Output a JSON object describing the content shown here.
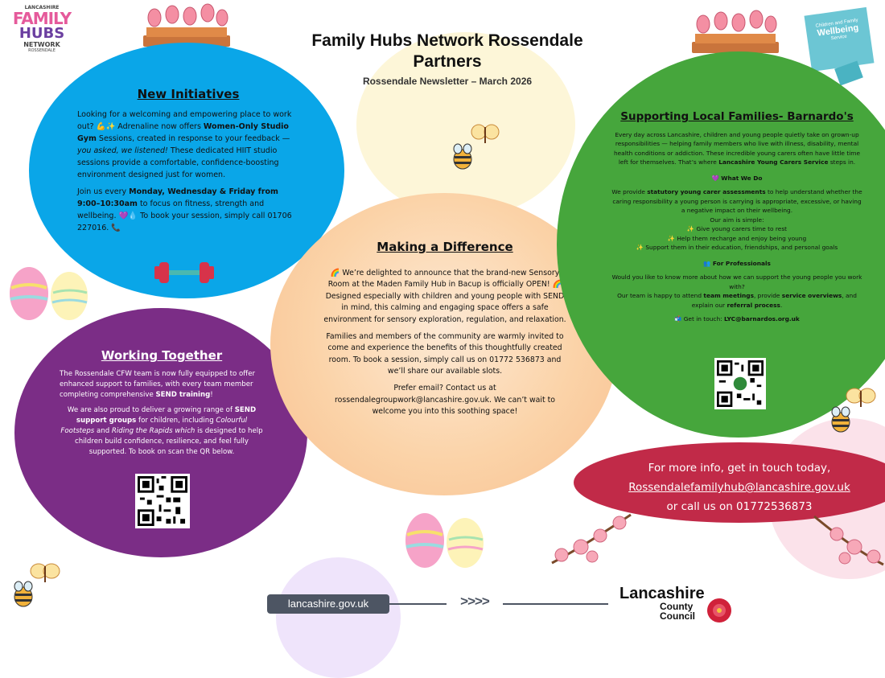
{
  "header": {
    "title_line1": "Family Hubs Network Rossendale",
    "title_line2": "Partners",
    "subtitle": "Rossendale Newsletter – March 2026"
  },
  "logo": {
    "line1": "LANCASHIRE",
    "line2": "FAMILY",
    "line3": "HUBS",
    "line4": "NETWORK",
    "line5": "ROSSENDALE"
  },
  "wellbeing_badge": {
    "line1": "Children and Family",
    "line2": "Wellbeing",
    "line3": "Service"
  },
  "new_initiatives": {
    "heading": "New Initiatives",
    "p1_a": "Looking for a welcoming and empowering place to work out? 💪✨ Adrenaline now offers ",
    "p1_bold": "Women-Only Studio Gym",
    "p1_b": " Sessions, created in response to your feedback — ",
    "p1_italic": "you asked, we listened!",
    "p1_c": " These dedicated HIIT studio sessions provide a comfortable, confidence-boosting environment designed just for women.",
    "p2_a": "Join us every ",
    "p2_bold": "Monday, Wednesday & Friday from 9:00–10:30am",
    "p2_b": " to focus on fitness, strength and wellbeing. 💜💧 To book your session, simply call 01706 227016. 📞"
  },
  "working_together": {
    "heading": "Working Together",
    "p1_a": "The Rossendale CFW team is now fully equipped to offer enhanced support to families, with every team member completing comprehensive ",
    "p1_bold": "SEND training",
    "p1_b": "!",
    "p2_a": "We are also proud to deliver a growing range of ",
    "p2_bold": "SEND support groups",
    "p2_b": " for children, including ",
    "p2_i1": "Colourful Footsteps",
    "p2_c": " and ",
    "p2_i2": "Riding the Rapids which",
    "p2_d": " is designed to help children build confidence, resilience, and feel fully supported. To book on scan the QR below."
  },
  "making_difference": {
    "heading": "Making a Difference",
    "p1": "🌈 We’re delighted to announce that the brand-new Sensory Room at the Maden Family Hub in Bacup is officially OPEN! 🌈 Designed especially with children and young people with SEND in mind, this calming and engaging space offers a safe environment for sensory exploration, regulation, and relaxation.",
    "p2": "Families and members of the community are warmly invited to come and experience the benefits of this thoughtfully created room. To book a session, simply call us on 01772 536873 and we’ll share our available slots.",
    "p3": "Prefer email? Contact us at rossendalegroupwork@lancashire.gov.uk. We can’t wait to welcome you into this soothing space!"
  },
  "barnardos": {
    "heading": "Supporting Local Families- Barnardo's",
    "intro_a": "Every day across Lancashire, children and young people quietly take on grown-up responsibilities — helping family members who live with illness, disability, mental health conditions or addiction. These incredible young carers often have little time left for themselves. That’s where ",
    "intro_bold": "Lancashire Young Carers Service",
    "intro_b": " steps in.",
    "what_we_do": "💜 What We Do",
    "wwd_a": "We provide ",
    "wwd_bold": "statutory young carer assessments",
    "wwd_b": " to help understand whether the caring responsibility a young person is carrying is appropriate, excessive, or having a negative impact on their wellbeing.",
    "aim": "Our aim is simple:",
    "aim1": "✨ Give young carers time to rest",
    "aim2": "✨ Help them recharge and enjoy being young",
    "aim3": "✨ Support them in their education, friendships, and personal goals",
    "for_prof": "👥 For Professionals",
    "prof1": "Would you like to know more about how we can support the young people you work with?",
    "prof2_a": "Our team is happy to attend ",
    "prof2_b1": "team meetings",
    "prof2_b": ", provide ",
    "prof2_b2": "service overviews",
    "prof2_c": ", and explain our ",
    "prof2_b3": "referral process",
    "prof2_d": ".",
    "contact_a": "📬 Get in touch: ",
    "contact_bold": "LYC@barnardos.org.uk"
  },
  "contact": {
    "line1": "For more info, get in touch today,",
    "email": "Rossendalefamilyhub@lancashire.gov.uk",
    "line3": "or call us on 01772536873"
  },
  "footer": {
    "site": "lancashire.gov.uk",
    "arrows": ">>>>",
    "council_line1": "Lancashire",
    "council_line2": "County",
    "council_line3": "Council"
  },
  "colors": {
    "cyan": "#0aa6e8",
    "purple": "#7b2d86",
    "green": "#46a63c",
    "peach": "#fbd3a8",
    "contact_red": "#c12a48"
  }
}
